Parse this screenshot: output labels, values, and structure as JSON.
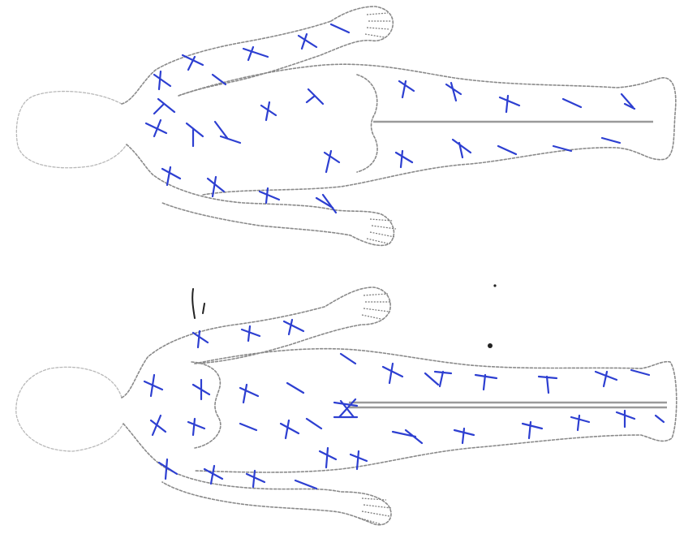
{
  "sheet": {
    "description_kind": "body map scan",
    "background_color": "#ffffff",
    "outline_color": "#8a8a8a",
    "mark_color": "#2d3fd1"
  },
  "figures": [
    {
      "id": "upper",
      "view": "back"
    },
    {
      "id": "lower",
      "view": "front"
    }
  ]
}
